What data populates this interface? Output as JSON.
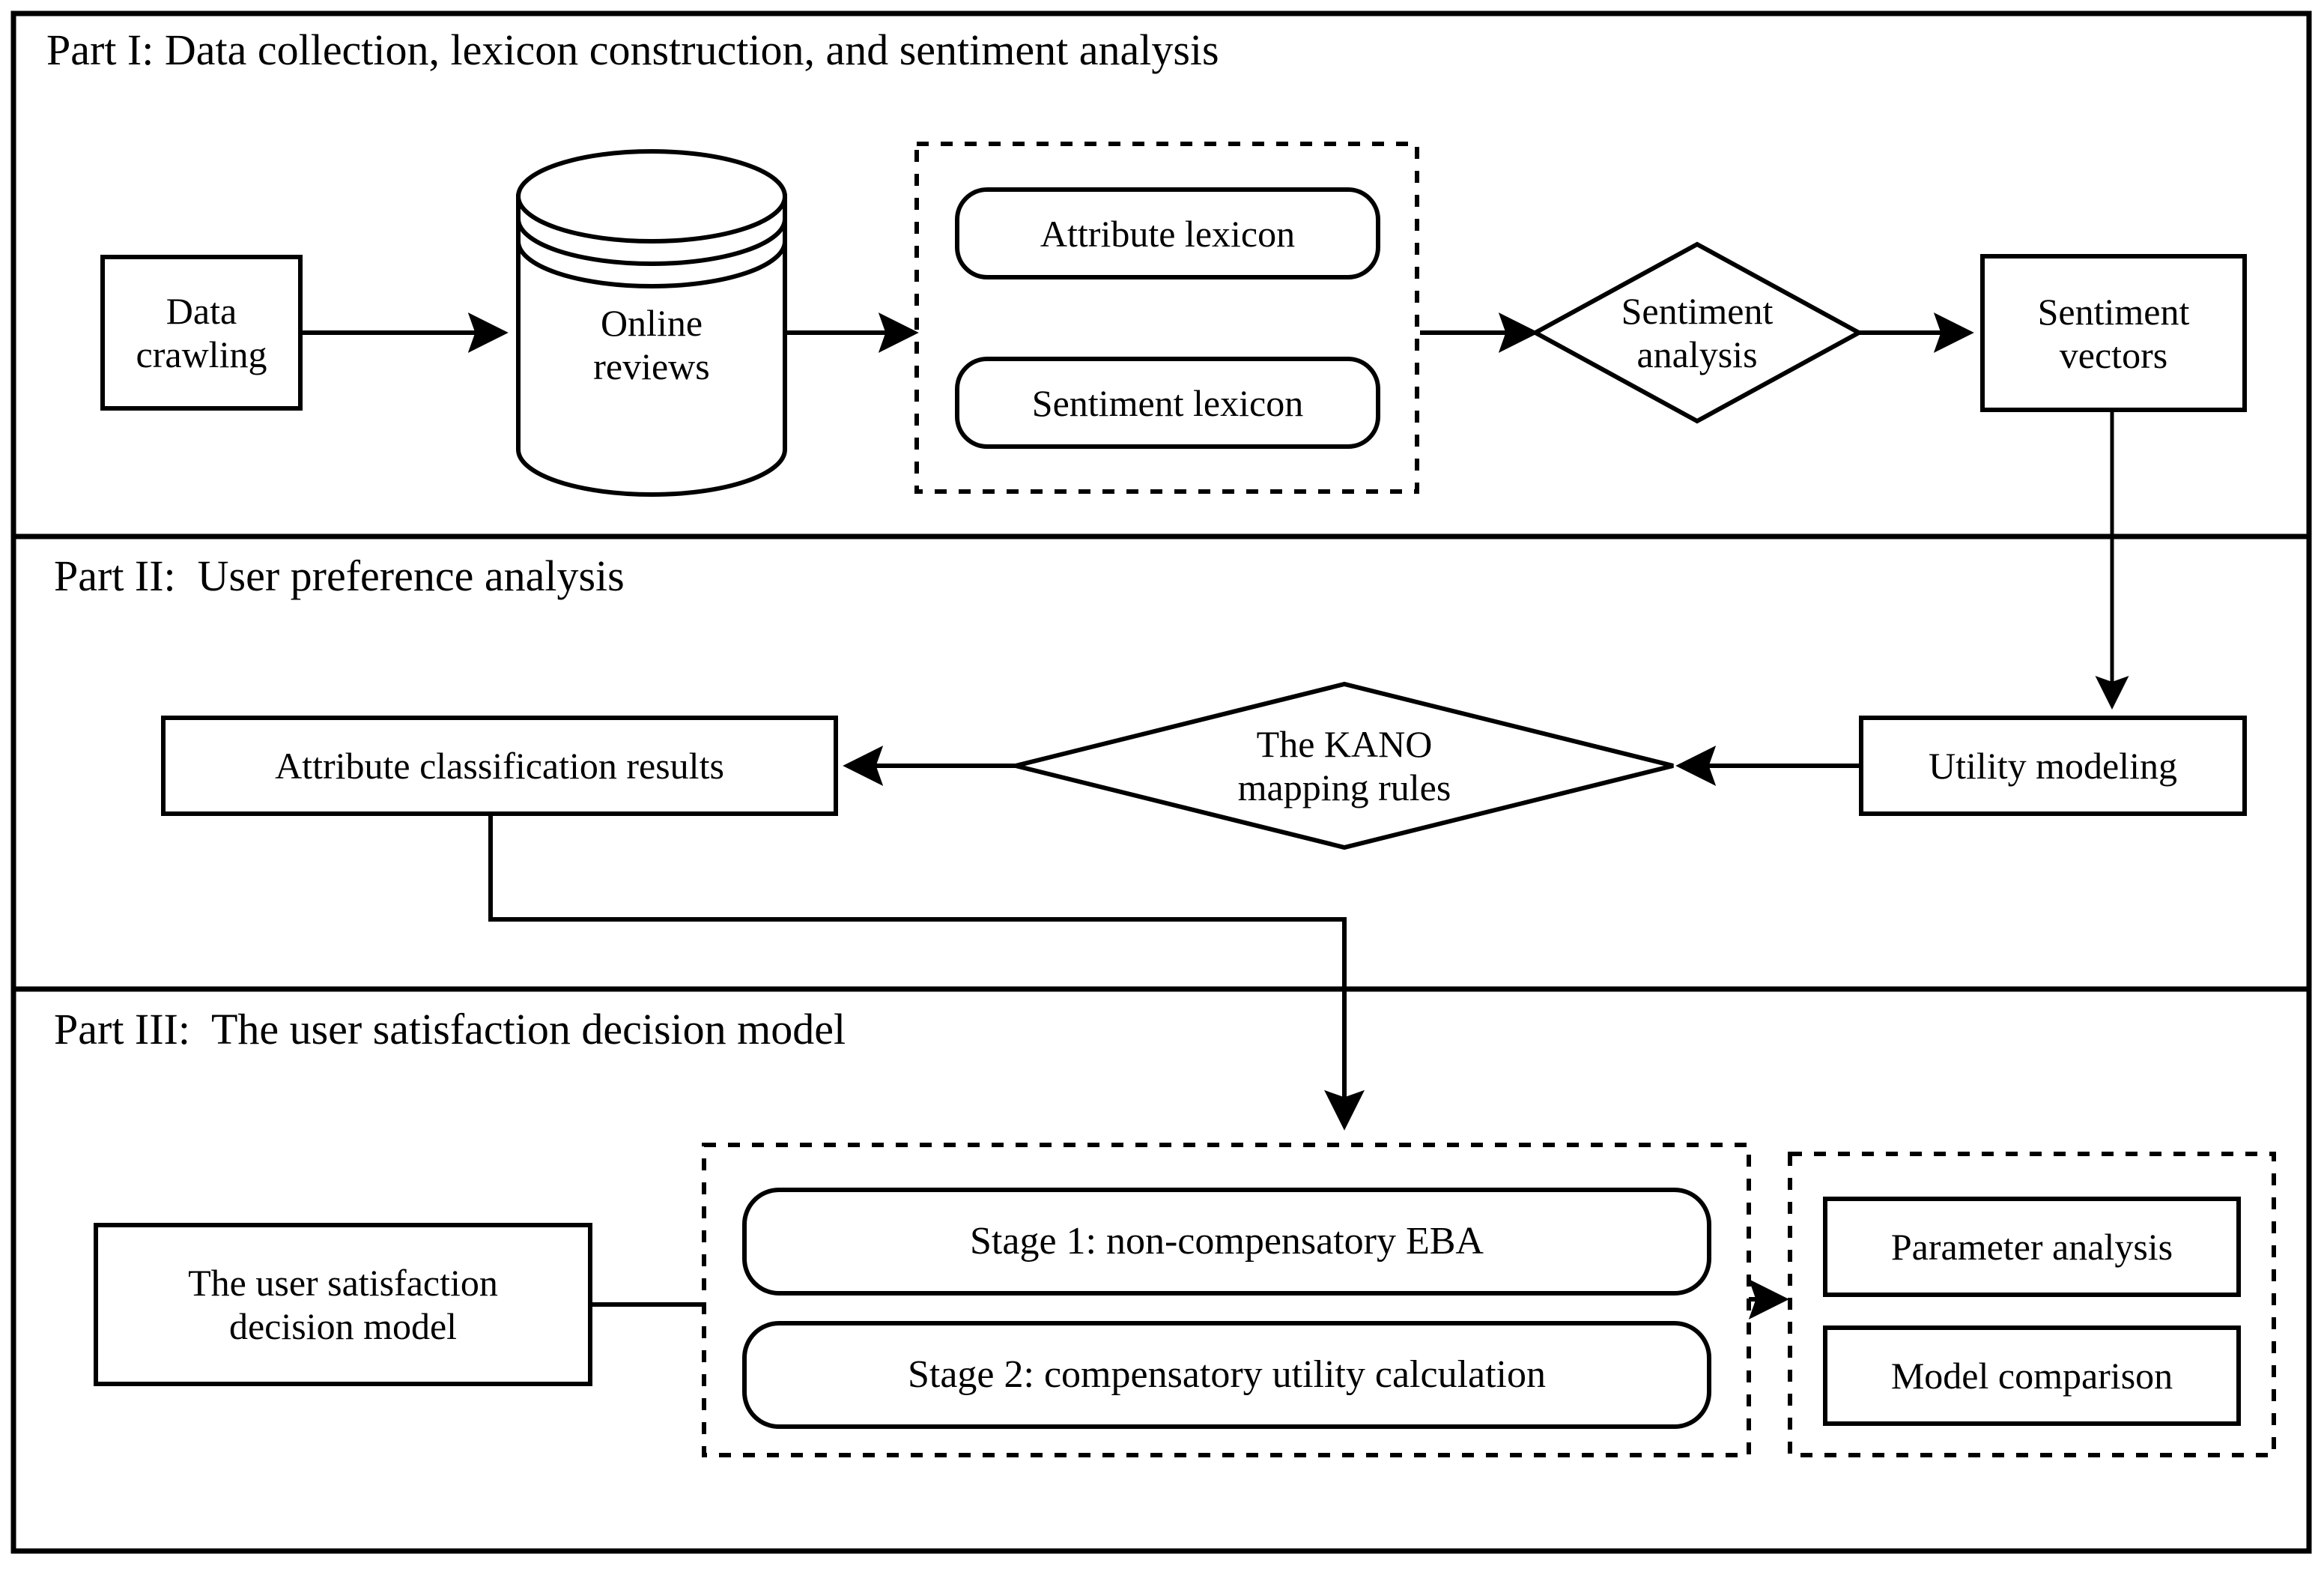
{
  "figure": {
    "type": "flowchart",
    "description": "Three-part research framework flowchart"
  },
  "parts": [
    {
      "id": "part1",
      "title": "Part I: Data collection, lexicon construction, and sentiment analysis"
    },
    {
      "id": "part2",
      "title": "Part II:  User preference analysis"
    },
    {
      "id": "part3",
      "title": "Part III:  The user satisfaction decision model"
    }
  ],
  "nodes": {
    "data_crawling": {
      "label": "Data\ncrawling",
      "shape": "rectangle"
    },
    "online_reviews": {
      "label": "Online\nreviews",
      "shape": "cylinder"
    },
    "attribute_lexicon": {
      "label": "Attribute lexicon",
      "shape": "rounded-rectangle"
    },
    "sentiment_lexicon": {
      "label": "Sentiment lexicon",
      "shape": "rounded-rectangle"
    },
    "sentiment_analysis": {
      "label": "Sentiment\nanalysis",
      "shape": "diamond"
    },
    "sentiment_vectors": {
      "label": "Sentiment\nvectors",
      "shape": "rectangle"
    },
    "utility_modeling": {
      "label": "Utility modeling",
      "shape": "rectangle"
    },
    "kano_mapping_rules": {
      "label": "The KANO\nmapping rules",
      "shape": "diamond"
    },
    "attribute_classification_results": {
      "label": "Attribute classification results",
      "shape": "rectangle"
    },
    "user_satisfaction_decision_model": {
      "label": "The user satisfaction\ndecision model",
      "shape": "rectangle"
    },
    "stage_1": {
      "label": "Stage 1: non-compensatory EBA",
      "shape": "rounded-rectangle"
    },
    "stage_2": {
      "label": "Stage 2: compensatory utility calculation",
      "shape": "rounded-rectangle"
    },
    "parameter_analysis": {
      "label": "Parameter analysis",
      "shape": "rectangle"
    },
    "model_comparison": {
      "label": "Model comparison",
      "shape": "rectangle"
    }
  },
  "groups": {
    "lexicon_group": {
      "style": "dashed"
    },
    "stages_group": {
      "style": "dotted"
    },
    "results_group": {
      "style": "dotted"
    }
  },
  "edges": [
    {
      "from": "data_crawling",
      "to": "online_reviews",
      "style": "arrow"
    },
    {
      "from": "online_reviews",
      "to": "lexicon_group",
      "style": "arrow"
    },
    {
      "from": "lexicon_group",
      "to": "sentiment_analysis",
      "style": "arrow"
    },
    {
      "from": "sentiment_analysis",
      "to": "sentiment_vectors",
      "style": "arrow"
    },
    {
      "from": "sentiment_vectors",
      "to": "utility_modeling",
      "style": "arrow"
    },
    {
      "from": "utility_modeling",
      "to": "kano_mapping_rules",
      "style": "arrow"
    },
    {
      "from": "kano_mapping_rules",
      "to": "attribute_classification_results",
      "style": "arrow"
    },
    {
      "from": "attribute_classification_results",
      "to": "stages_group",
      "style": "arrow-elbow"
    },
    {
      "from": "user_satisfaction_decision_model",
      "to": "stages_group",
      "style": "line"
    },
    {
      "from": "stages_group",
      "to": "results_group",
      "style": "arrow"
    }
  ],
  "colors": {
    "stroke": "#000000",
    "fill": "#ffffff",
    "text": "#000000"
  }
}
